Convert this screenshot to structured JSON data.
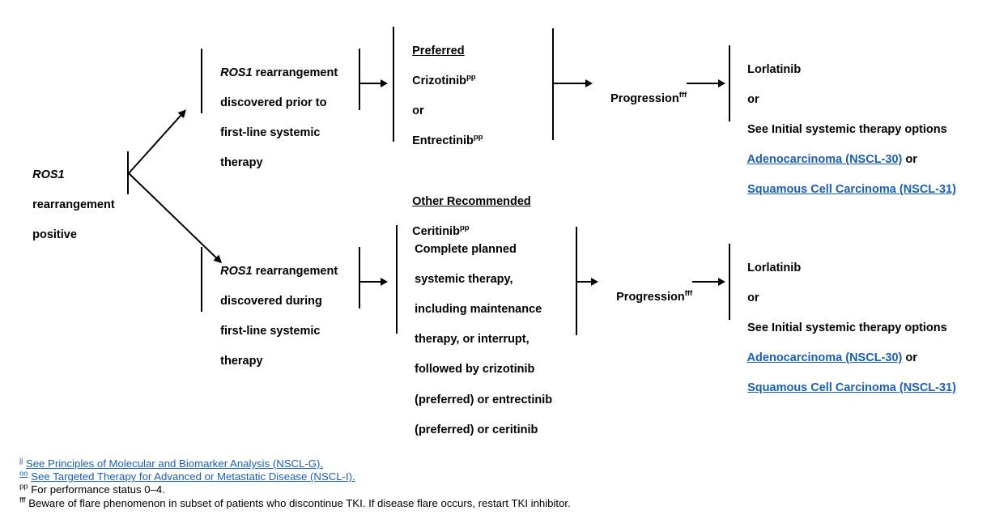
{
  "diagram": {
    "type": "clinical-treatment-pathway",
    "root": {
      "id": "root",
      "lines": [
        {
          "text": "ROS1",
          "italic": true
        },
        {
          "text": "rearrangement",
          "italic": false
        },
        {
          "text": "positive",
          "italic": false
        }
      ]
    },
    "branches": [
      {
        "id": "branch-upper",
        "discovery": {
          "lines": [
            {
              "segments": [
                {
                  "text": "ROS1 ",
                  "italic": true
                },
                {
                  "text": "rearrangement",
                  "italic": false
                }
              ]
            },
            {
              "segments": [
                {
                  "text": "discovered prior to",
                  "italic": false
                }
              ]
            },
            {
              "segments": [
                {
                  "text": "first-line systemic",
                  "italic": false
                }
              ]
            },
            {
              "segments": [
                {
                  "text": "therapy",
                  "italic": false
                }
              ]
            }
          ]
        },
        "therapy": {
          "lines": [
            {
              "segments": [
                {
                  "text": "Preferred",
                  "underline": true
                }
              ]
            },
            {
              "segments": [
                {
                  "text": "Crizotinib",
                  "sup": "pp"
                }
              ]
            },
            {
              "segments": [
                {
                  "text": "or"
                }
              ]
            },
            {
              "segments": [
                {
                  "text": "Entrectinib",
                  "sup": "pp"
                }
              ]
            },
            {
              "segments": [
                {
                  "text": " "
                }
              ]
            },
            {
              "segments": [
                {
                  "text": "Other Recommended",
                  "underline": true
                }
              ]
            },
            {
              "segments": [
                {
                  "text": "Ceritinib",
                  "sup": "pp"
                }
              ]
            }
          ]
        },
        "progression": {
          "label": "Progression",
          "sup": "fff"
        },
        "subsequent": {
          "lines": [
            {
              "segments": [
                {
                  "text": "Lorlatinib"
                }
              ]
            },
            {
              "segments": [
                {
                  "text": "or"
                }
              ]
            },
            {
              "segments": [
                {
                  "text": "See Initial systemic therapy options"
                }
              ]
            },
            {
              "segments": [
                {
                  "text": "Adenocarcinoma (NSCL-30)",
                  "link": true
                },
                {
                  "text": " or"
                }
              ]
            },
            {
              "segments": [
                {
                  "text": "Squamous Cell Carcinoma (NSCL-31)",
                  "link": true
                }
              ]
            }
          ]
        }
      },
      {
        "id": "branch-lower",
        "discovery": {
          "lines": [
            {
              "segments": [
                {
                  "text": "ROS1 ",
                  "italic": true
                },
                {
                  "text": "rearrangement",
                  "italic": false
                }
              ]
            },
            {
              "segments": [
                {
                  "text": "discovered during",
                  "italic": false
                }
              ]
            },
            {
              "segments": [
                {
                  "text": "first-line systemic",
                  "italic": false
                }
              ]
            },
            {
              "segments": [
                {
                  "text": "therapy",
                  "italic": false
                }
              ]
            }
          ]
        },
        "therapy": {
          "lines": [
            {
              "segments": [
                {
                  "text": "Complete planned"
                }
              ]
            },
            {
              "segments": [
                {
                  "text": "systemic therapy,"
                }
              ]
            },
            {
              "segments": [
                {
                  "text": "including maintenance"
                }
              ]
            },
            {
              "segments": [
                {
                  "text": "therapy, or interrupt,"
                }
              ]
            },
            {
              "segments": [
                {
                  "text": "followed by crizotinib"
                }
              ]
            },
            {
              "segments": [
                {
                  "text": "(preferred) or entrectinib"
                }
              ]
            },
            {
              "segments": [
                {
                  "text": "(preferred) or ceritinib"
                }
              ]
            }
          ]
        },
        "progression": {
          "label": "Progression",
          "sup": "fff"
        },
        "subsequent": {
          "lines": [
            {
              "segments": [
                {
                  "text": "Lorlatinib"
                }
              ]
            },
            {
              "segments": [
                {
                  "text": "or"
                }
              ]
            },
            {
              "segments": [
                {
                  "text": "See Initial systemic therapy options"
                }
              ]
            },
            {
              "segments": [
                {
                  "text": "Adenocarcinoma (NSCL-30)",
                  "link": true
                },
                {
                  "text": " or"
                }
              ]
            },
            {
              "segments": [
                {
                  "text": "Squamous Cell Carcinoma (NSCL-31)",
                  "link": true
                }
              ]
            }
          ]
        }
      }
    ]
  },
  "footnotes": [
    {
      "marker": "jj",
      "text": "See Principles of Molecular and Biomarker Analysis (NSCL-G).",
      "link": true,
      "marker_link": true
    },
    {
      "marker": "oo",
      "text": "See Targeted Therapy for Advanced or Metastatic Disease (NSCL-I).",
      "link": true,
      "marker_link": true
    },
    {
      "marker": "pp",
      "text": "For performance status 0–4.",
      "link": false,
      "marker_link": false
    },
    {
      "marker": "fff",
      "text": "Beware of flare phenomenon in subset of patients who discontinue TKI. If disease flare occurs, restart TKI inhibitor.",
      "link": false,
      "marker_link": false
    }
  ],
  "colors": {
    "link": "#1a5fb4",
    "text": "#000000",
    "background": "#ffffff"
  }
}
